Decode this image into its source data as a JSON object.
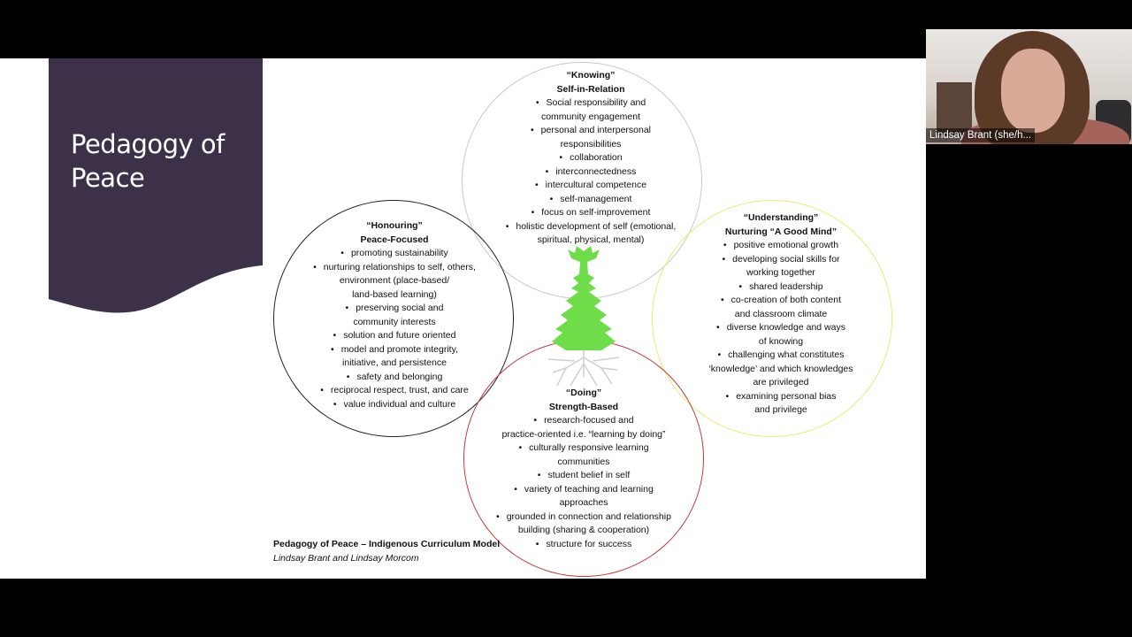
{
  "slide": {
    "title": "Pedagogy of Peace",
    "banner_color": "#3d3049",
    "circles": {
      "knowing": {
        "heading": "“Knowing”",
        "subheading": "Self-in-Relation",
        "border_color": "#c9c9c9",
        "items": [
          "Social responsibility and",
          "community engagement",
          "personal and interpersonal",
          "responsibilities",
          "collaboration",
          "interconnectedness",
          "intercultural competence",
          "self-management",
          "focus on self-improvement",
          "holistic development of self (emotional,",
          "spiritual, physical, mental)"
        ]
      },
      "honouring": {
        "heading": "“Honouring”",
        "subheading": "Peace-Focused",
        "border_color": "#222222",
        "items": [
          "promoting sustainability",
          "nurturing relationships to self, others,",
          "environment (place-based/",
          "land-based learning)",
          "preserving social and",
          "community interests",
          "solution and future oriented",
          "model and promote integrity,",
          "initiative, and persistence",
          "safety and belonging",
          "reciprocal respect, trust, and care",
          "value individual and culture"
        ]
      },
      "understanding": {
        "heading": "“Understanding”",
        "subheading": "Nurturing “A Good Mind”",
        "border_color": "#e7ee70",
        "items": [
          "positive emotional growth",
          "developing social skills for",
          "working together",
          "shared leadership",
          "co-creation of both content",
          "and classroom climate",
          "diverse knowledge and ways",
          "of knowing",
          "challenging what constitutes",
          "‘knowledge’ and which knowledges",
          "are privileged",
          "examining personal bias",
          "and privilege"
        ]
      },
      "doing": {
        "heading": "“Doing”",
        "subheading": "Strength-Based",
        "border_color": "#c43a3a",
        "items": [
          "research-focused and",
          "practice-oriented i.e. “learning by doing”",
          "culturally responsive learning",
          "communities",
          "student belief in self",
          "variety of teaching and learning",
          "approaches",
          "grounded in connection and relationship",
          "building (sharing & cooperation)",
          "structure for success"
        ]
      }
    },
    "tree_color": "#6fdc4a",
    "caption": {
      "title": "Pedagogy of Peace – Indigenous Curriculum Model",
      "authors": "Lindsay Brant and Lindsay Morcom"
    }
  },
  "participant": {
    "name": "Lindsay Brant (she/h..."
  }
}
